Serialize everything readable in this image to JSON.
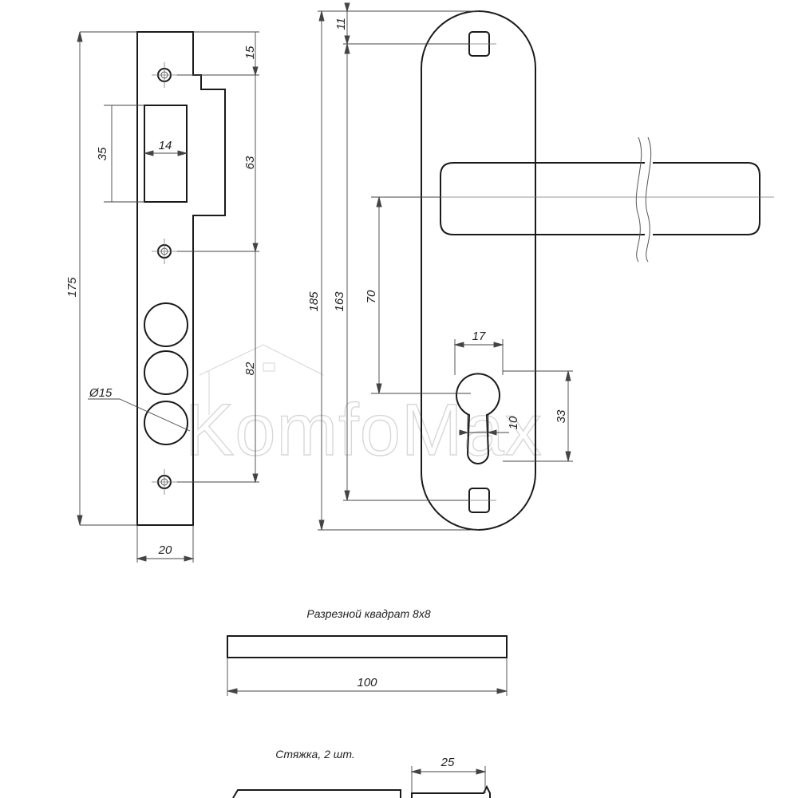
{
  "strike_plate": {
    "dim_height": "175",
    "dim_top_offset": "15",
    "dim_latch_window_height": "35",
    "dim_latch_window_width": "14",
    "dim_upper_span": "63",
    "dim_hole_span": "82",
    "dim_hole_diameter": "Ø15",
    "dim_width": "20"
  },
  "handle": {
    "dim_total_height": "185",
    "dim_mount_span": "163",
    "dim_top_offset": "11",
    "dim_handle_to_key": "70",
    "dim_keyhole_width": "17",
    "dim_keyhole_height": "33",
    "dim_keyhole_slot": "10"
  },
  "spindle": {
    "caption": "Разрезной квадрат 8x8",
    "dim_length": "100"
  },
  "tie_rod": {
    "caption": "Стяжка, 2 шт.",
    "dim_length": "25"
  },
  "watermark": {
    "text": "KomfoMax"
  }
}
